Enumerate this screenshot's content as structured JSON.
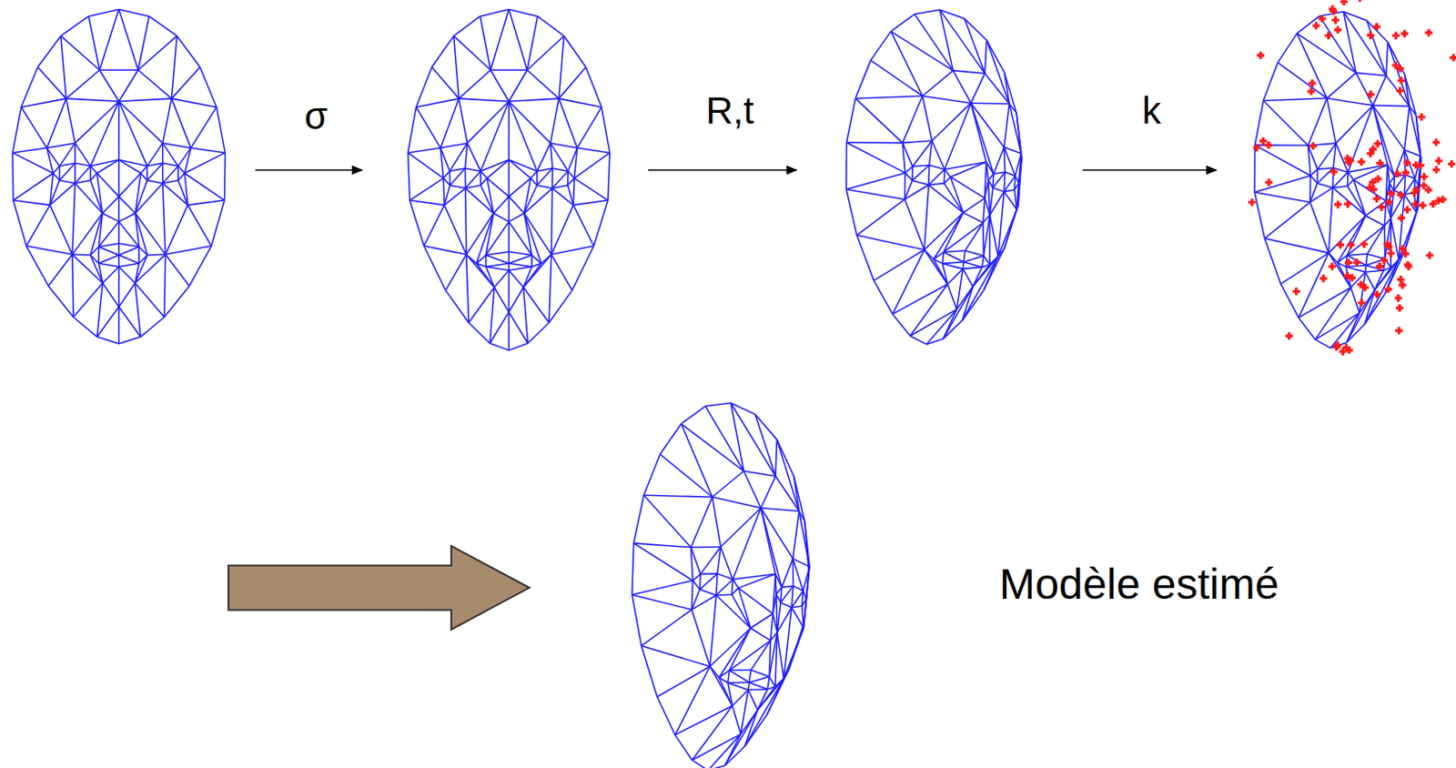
{
  "diagram": {
    "labels": [
      "σ",
      "R,t",
      "k",
      "Modèle estimé"
    ]
  }
}
